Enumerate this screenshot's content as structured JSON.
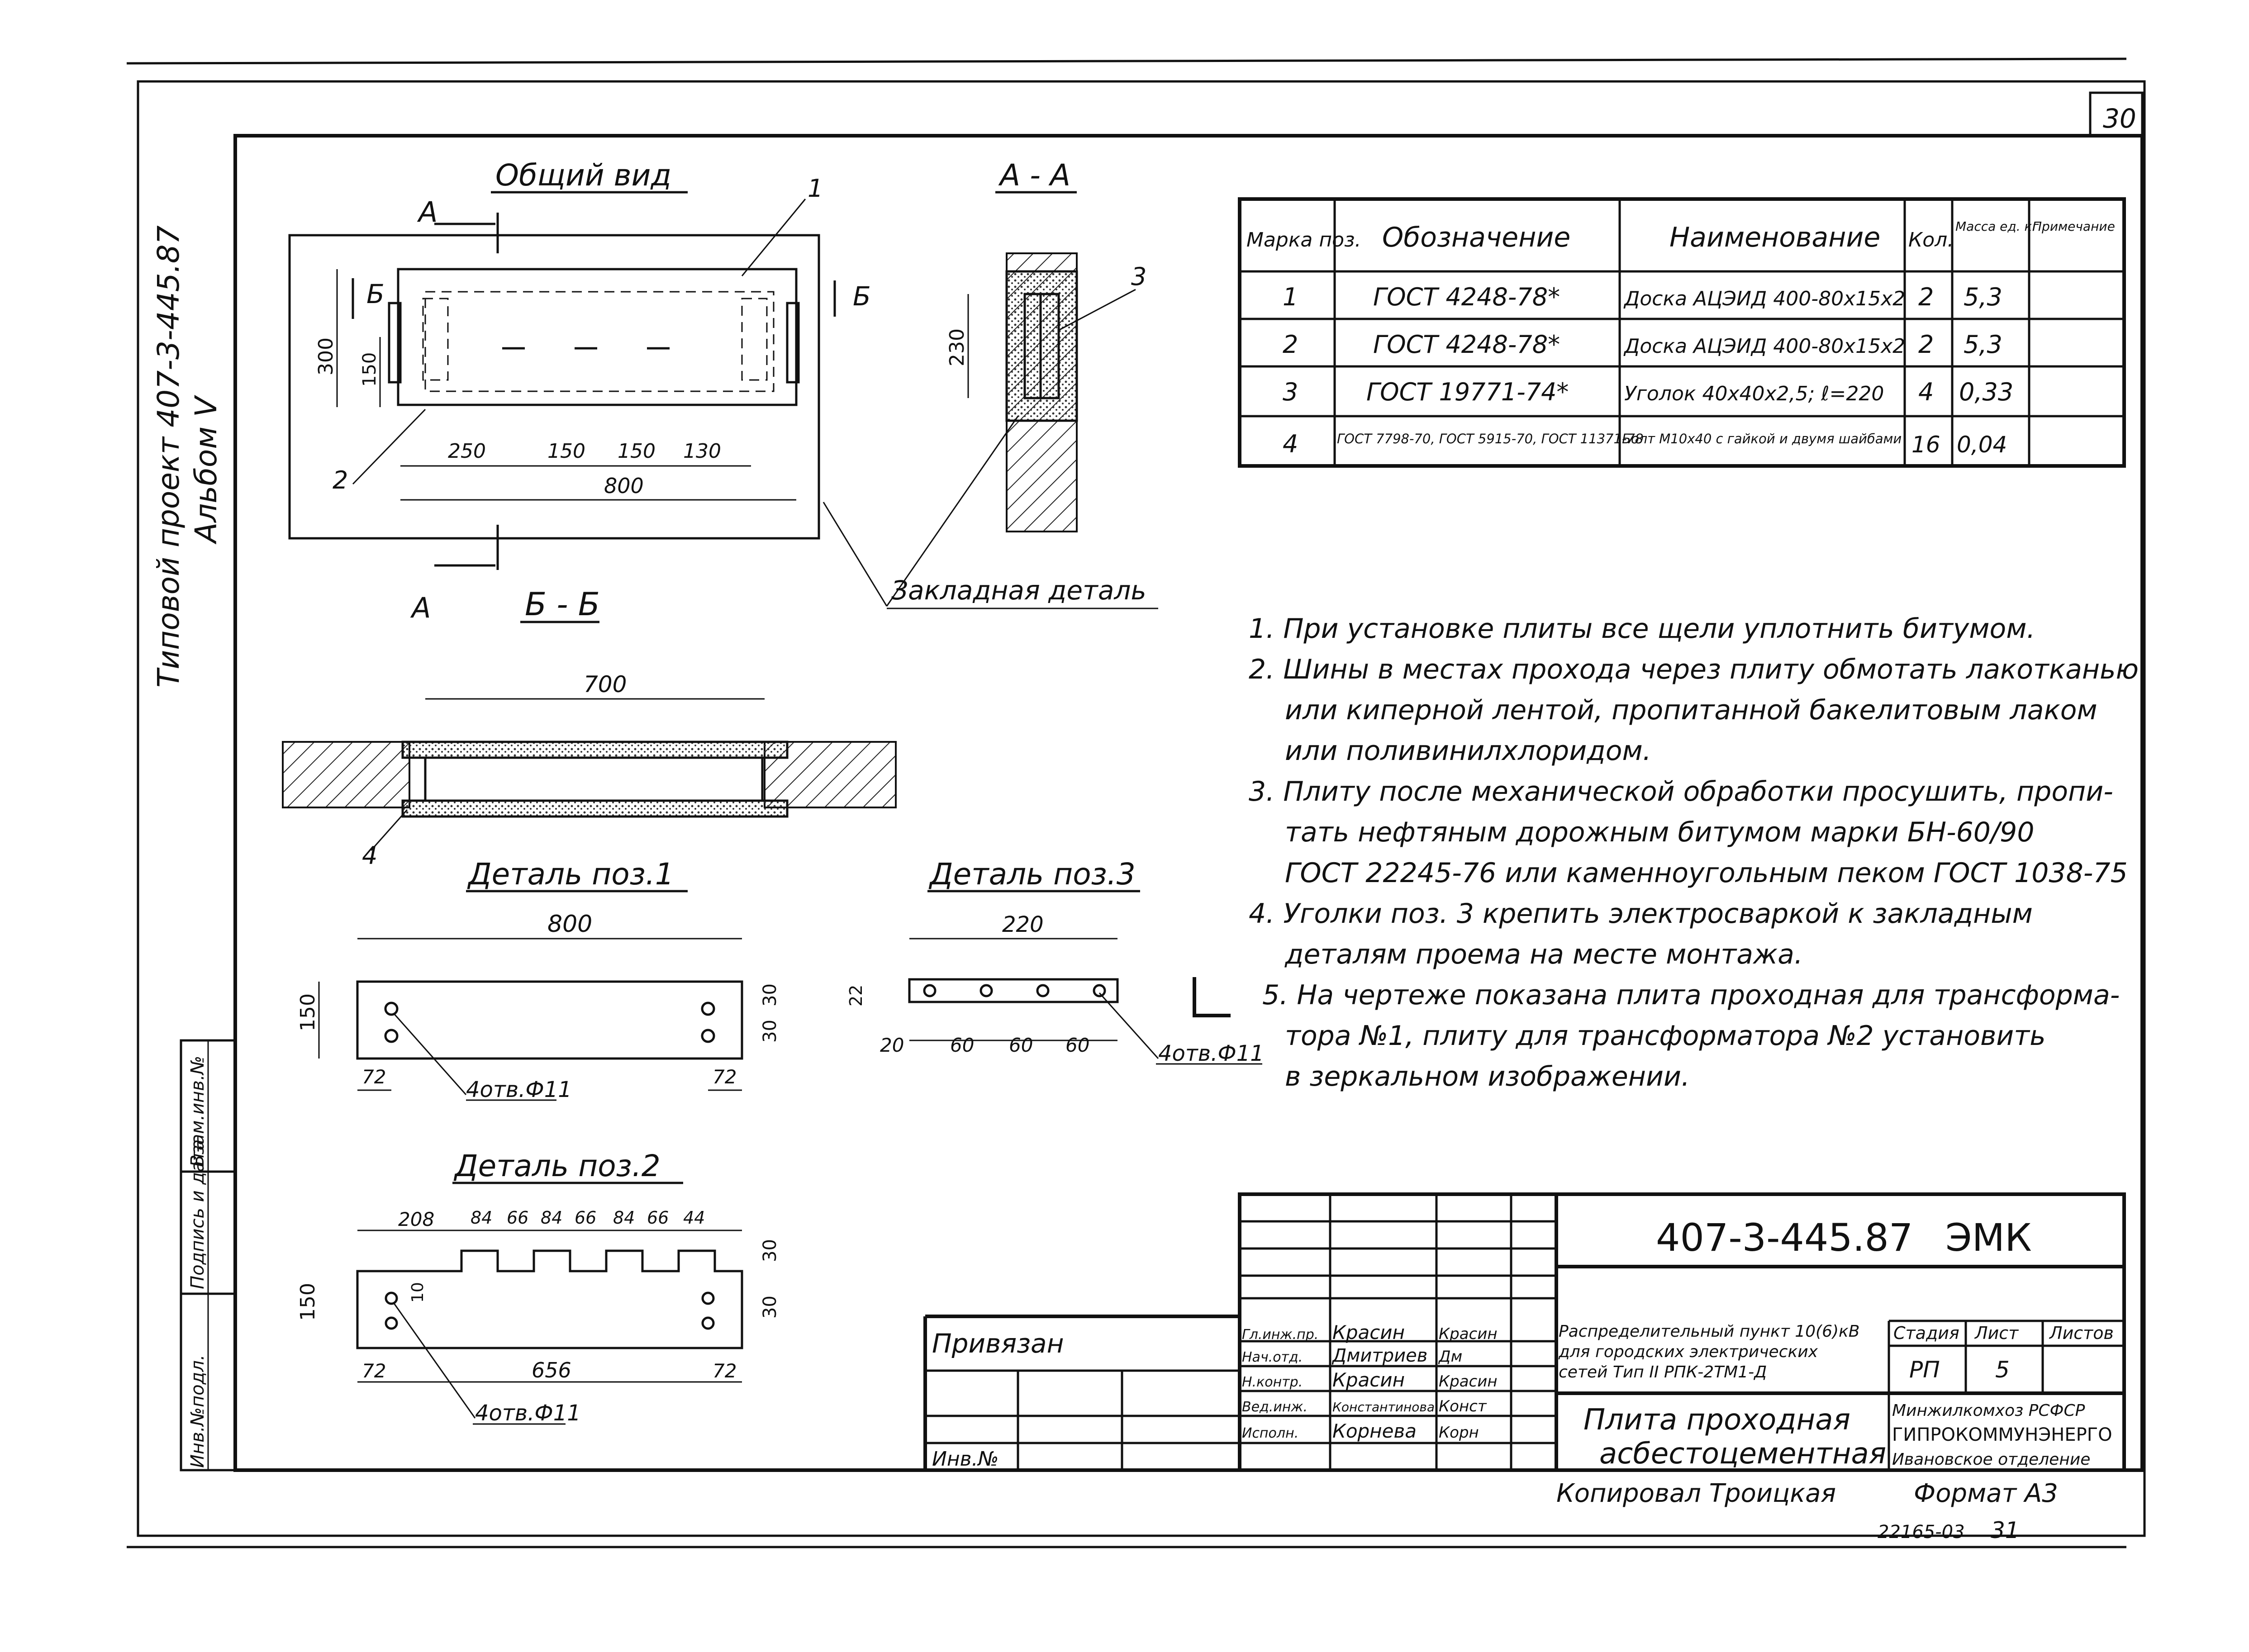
{
  "page_number": "30",
  "album_side": {
    "line1": "Типовой проект 407-3-445.87",
    "line2": "Альбом V"
  },
  "views": {
    "general_view": {
      "title": "Общий вид",
      "section_a": "А",
      "section_b": "Б",
      "dim_300": "300",
      "dim_150": "150",
      "dim_250": "250",
      "dim_150a": "150",
      "dim_150b": "150",
      "dim_130": "130",
      "dim_800": "800",
      "pos1": "1",
      "pos2": "2"
    },
    "section_aa": {
      "title": "А - А",
      "dim_230": "230",
      "pos3": "3",
      "embedded_label": "Закладная деталь"
    },
    "section_bb": {
      "title": "Б - Б",
      "dim_700": "700",
      "pos4": "4"
    },
    "detail1": {
      "title": "Деталь поз.1",
      "dim_800": "800",
      "dim_150": "150",
      "dim_30a": "30",
      "dim_30b": "30",
      "dim_72a": "72",
      "dim_72b": "72",
      "holes": "4отв.Ф11"
    },
    "detail3": {
      "title": "Деталь поз.3",
      "dim_220": "220",
      "dim_22": "22",
      "dim_20": "20",
      "dim_60a": "60",
      "dim_60b": "60",
      "dim_60c": "60",
      "holes": "4отв.Ф11"
    },
    "detail2": {
      "title": "Деталь поз.2",
      "dims_top": [
        "208",
        "84",
        "66",
        "84",
        "66",
        "84",
        "66",
        "44"
      ],
      "dim_30a": "30",
      "dim_30b": "30",
      "dim_150": "150",
      "dim_10": "10",
      "dim_72a": "72",
      "dim_72b": "72",
      "dim_656": "656",
      "holes": "4отв.Ф11"
    }
  },
  "spec_table": {
    "headers": [
      "Марка поз.",
      "Обозначение",
      "Наименование",
      "Кол.",
      "Масса ед. кг",
      "Примечание"
    ],
    "rows": [
      {
        "pos": "1",
        "designation": "ГОСТ 4248-78*",
        "name": "Доска АЦЭИД 400-80х15х2",
        "qty": "2",
        "mass": "5,3",
        "note": ""
      },
      {
        "pos": "2",
        "designation": "ГОСТ 4248-78*",
        "name": "Доска АЦЭИД 400-80х15х2",
        "qty": "2",
        "mass": "5,3",
        "note": ""
      },
      {
        "pos": "3",
        "designation": "ГОСТ 19771-74*",
        "name": "Уголок 40х40х2,5; ℓ=220",
        "qty": "4",
        "mass": "0,33",
        "note": ""
      },
      {
        "pos": "4",
        "designation": "ГОСТ 7798-70, ГОСТ 5915-70, ГОСТ 11371-78",
        "name": "Болт М10х40 с гайкой и двумя шайбами",
        "qty": "16",
        "mass": "0,04",
        "note": ""
      }
    ]
  },
  "notes": [
    "1. При установке плиты все щели уплотнить битумом.",
    "2. Шины в местах прохода через плиту обмотать лакотканью",
    "или киперной лентой, пропитанной бакелитовым лаком",
    "или поливинилхлоридом.",
    "3. Плиту после механической обработки просушить, пропи-",
    "тать нефтяным дорожным битумом марки БН-60/90",
    "ГОСТ 22245-76 или каменноугольным пеком ГОСТ 1038-75",
    "4. Уголки поз. 3 крепить электросваркой к закладным",
    "деталям проема на месте монтажа.",
    "5. На чертеже показана плита проходная для трансформа-",
    "тора №1, плиту для трансформатора №2 установить",
    "в зеркальном изображении."
  ],
  "left_strip": [
    "Инв.№подл.",
    "Подпись и дата",
    "Взам.инв.№"
  ],
  "title_block": {
    "code": "407-3-445.87",
    "mark": "ЭМК",
    "bound_label": "Привязан",
    "inv_label": "Инв.№",
    "roles": [
      {
        "role": "Гл.инж.пр.",
        "name": "Красин",
        "sign": "Красин"
      },
      {
        "role": "Нач.отд.",
        "name": "Дмитриев",
        "sign": "Дм"
      },
      {
        "role": "Н.контр.",
        "name": "Красин",
        "sign": "Красин"
      },
      {
        "role": "Вед.инж.",
        "name": "Константинова",
        "sign": "Конст"
      },
      {
        "role": "Исполн.",
        "name": "Корнева",
        "sign": "Корн"
      }
    ],
    "object_line1": "Распределительный пункт 10(6)кВ",
    "object_line2": "для городских электрических",
    "object_line3": "сетей Тип II РПК-2ТМ1-Д",
    "sheet_title_1": "Плита проходная",
    "sheet_title_2": "асбестоцементная",
    "stage_label": "Стадия",
    "sheet_label": "Лист",
    "sheets_label": "Листов",
    "stage": "РП",
    "sheet": "5",
    "sheets": "",
    "org_line1": "Минжилкомхоз РСФСР",
    "org_line2": "ГИПРОКОММУНЭНЕРГО",
    "org_line3": "Ивановское отделение"
  },
  "bottom": {
    "copied": "Копировал Троицкая",
    "format": "Формат А3",
    "archive": "22165-03",
    "page": "31"
  }
}
